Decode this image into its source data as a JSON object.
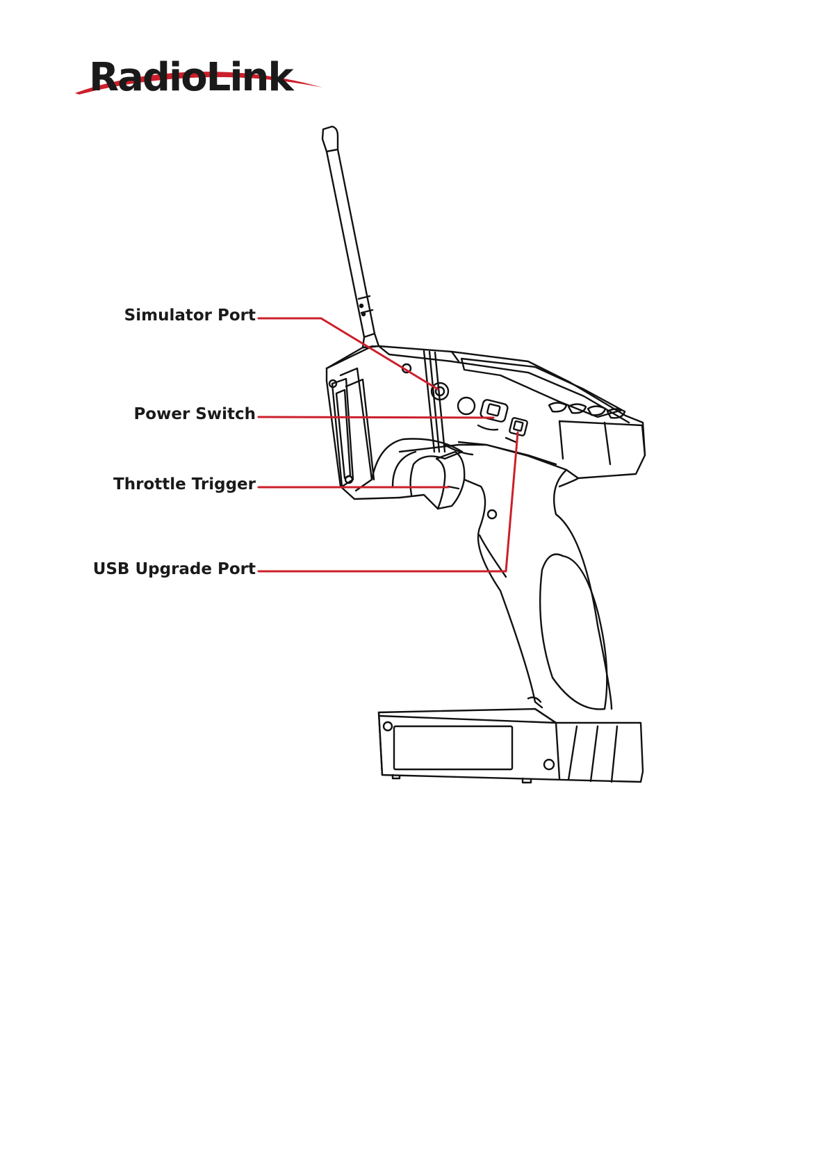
{
  "brand": {
    "logo_text": "RadioLink",
    "accent_color": "#cc1f2b"
  },
  "callouts": [
    {
      "id": "simulator-port",
      "label": "Simulator Port"
    },
    {
      "id": "power-switch",
      "label": "Power Switch"
    },
    {
      "id": "throttle-trigger",
      "label": "Throttle Trigger"
    },
    {
      "id": "usb-upgrade-port",
      "label": "USB Upgrade Port"
    }
  ],
  "colors": {
    "line": "#cc1f2b",
    "outline": "#111111",
    "background": "#ffffff"
  }
}
